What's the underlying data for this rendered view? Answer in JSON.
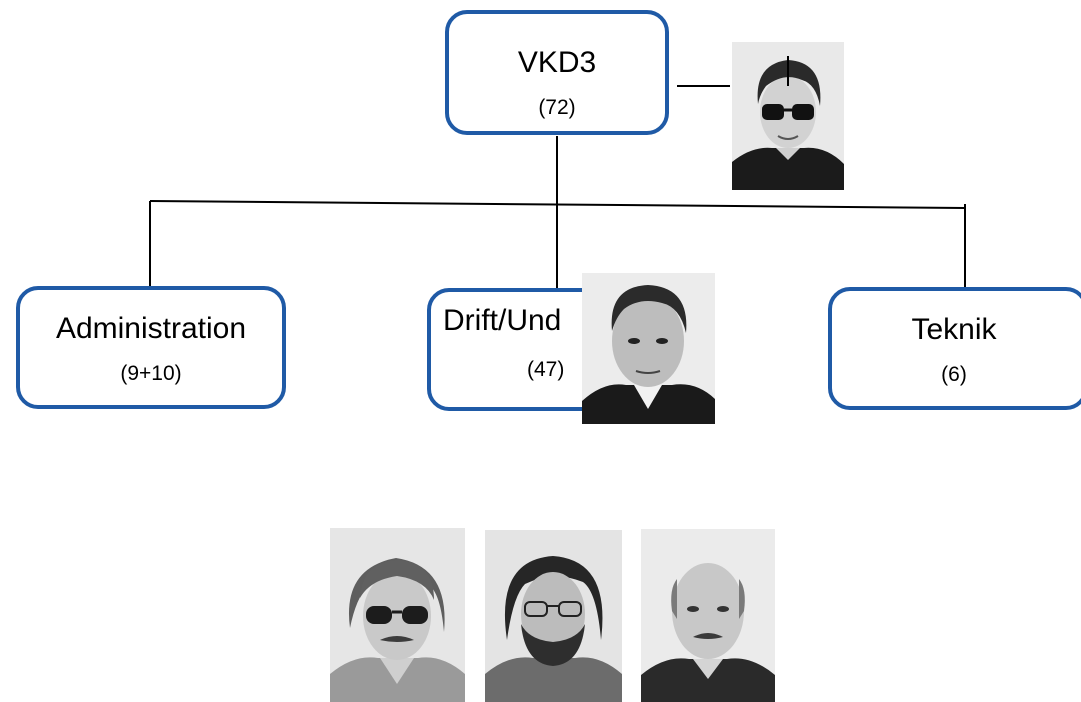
{
  "nodes": {
    "root": {
      "name": "VKD3",
      "count": "(72)"
    },
    "administration": {
      "name": "Administration",
      "count": "(9+10)"
    },
    "drift": {
      "name": "Drift/Und",
      "count": "(47)"
    },
    "teknik": {
      "name": "Teknik",
      "count": "(6)"
    }
  },
  "colors": {
    "box_border": "#1f5aa6",
    "connector": "#000000",
    "photo_bg": "#e4e4e4"
  },
  "photos": [
    "portrait-head-of-vkd3",
    "portrait-head-of-drift",
    "portrait-staff-1",
    "portrait-staff-2",
    "portrait-staff-3"
  ]
}
